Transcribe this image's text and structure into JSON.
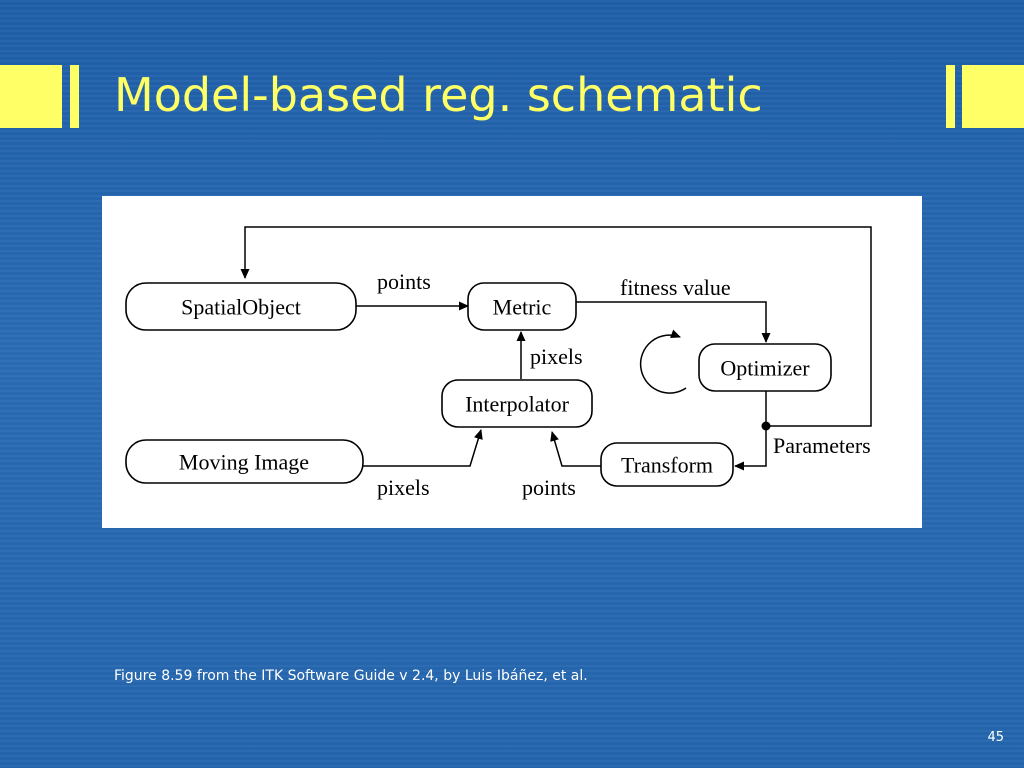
{
  "slide": {
    "title": "Model-based reg. schematic",
    "caption": "Figure 8.59 from the ITK Software Guide v 2.4, by Luis Ibáñez, et al.",
    "page_number": "45"
  },
  "colors": {
    "accent": "#ffff66",
    "background": "#2466ad",
    "text": "#ffffff",
    "panel": "#ffffff"
  },
  "diagram": {
    "nodes": {
      "spatial_object": "SpatialObject",
      "metric": "Metric",
      "optimizer": "Optimizer",
      "interpolator": "Interpolator",
      "moving_image": "Moving Image",
      "transform": "Transform"
    },
    "edge_labels": {
      "points_top": "points",
      "fitness_value": "fitness value",
      "pixels_up": "pixels",
      "parameters": "Parameters",
      "pixels_bottom": "pixels",
      "points_bottom": "points"
    }
  }
}
